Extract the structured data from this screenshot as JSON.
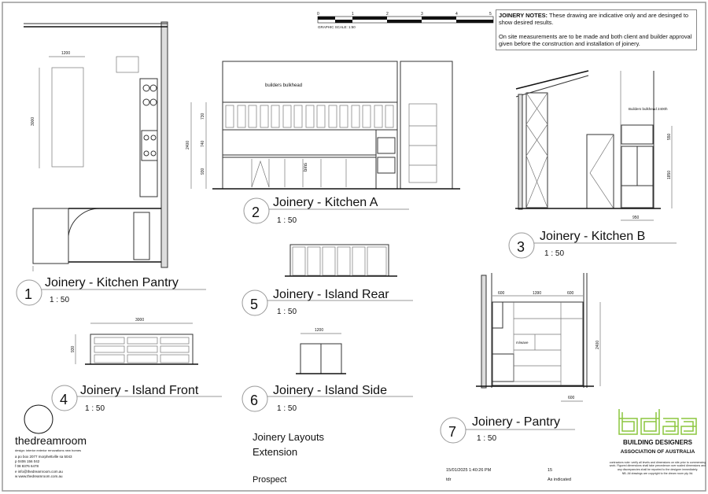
{
  "notes": {
    "heading": "JOINERY NOTES:",
    "line1": "These drawing are indicative only and are desinged to show desired results.",
    "line2": "On site measurements are to be made and both client and builder approval given before the construction and installation of joinery."
  },
  "scale_bar": {
    "ticks": [
      "0",
      "1",
      "2",
      "3",
      "4",
      "5"
    ],
    "label": "GRAPHIC SCALE: 1:50"
  },
  "views": [
    {
      "number": "1",
      "title": "Joinery - Kitchen Pantry",
      "scale": "1 : 50",
      "dims": [
        "1200",
        "3000"
      ]
    },
    {
      "number": "2",
      "title": "Joinery - Kitchen A",
      "scale": "1 : 50",
      "dims": [
        "730",
        "740",
        "930",
        "2400"
      ],
      "labels": [
        "builders bulkhead",
        "bins"
      ]
    },
    {
      "number": "3",
      "title": "Joinery - Kitchen B",
      "scale": "1 : 50",
      "dims": [
        "550",
        "1850",
        "950"
      ],
      "labels": [
        "Builders bulkhead 2400h"
      ]
    },
    {
      "number": "4",
      "title": "Joinery - Island Front",
      "scale": "1 : 50",
      "dims": [
        "3000",
        "930"
      ]
    },
    {
      "number": "5",
      "title": "Joinery - Island Rear",
      "scale": "1 : 50"
    },
    {
      "number": "6",
      "title": "Joinery - Island Side",
      "scale": "1 : 50",
      "dims": [
        "1200"
      ]
    },
    {
      "number": "7",
      "title": "Joinery - Pantry",
      "scale": "1 : 50",
      "dims": [
        "600",
        "1390",
        "600",
        "2400",
        "600"
      ],
      "labels": [
        "m/wave"
      ]
    }
  ],
  "company": {
    "name": "thedreamroom",
    "tagline": "design: interior exterior renovations new homes",
    "address": "a  po box 2077 morphettville sa 5043",
    "phone": "p  0406 156 042",
    "fax": "f  08 8376 6478",
    "email": "e  info@thedreamroom.com.au",
    "web": "w www.thedreamroom.com.au"
  },
  "project": {
    "title_line1": "Joinery Layouts",
    "title_line2": "Extension",
    "location": "Prospect"
  },
  "sheet": {
    "datetime": "15/01/2025 1:40:26 PM",
    "sheet_no": "15",
    "drawn_by": "tdr",
    "scale": "As indicated"
  },
  "bdaa": {
    "logo": "bdaa",
    "line1": "BUILDING DESIGNERS",
    "line2": "ASSOCIATION OF AUSTRALIA",
    "note": "contractors note: verify all levels and dimensions on site prior to commencing work. Figured dimensions shall take precedence over scaled dimensions and any discrepancies shall be reported to the designer immediately.",
    "copyright": "NB. All drawings are copyright to the dream room pty. ltd.",
    "color": "#8cc63f"
  }
}
